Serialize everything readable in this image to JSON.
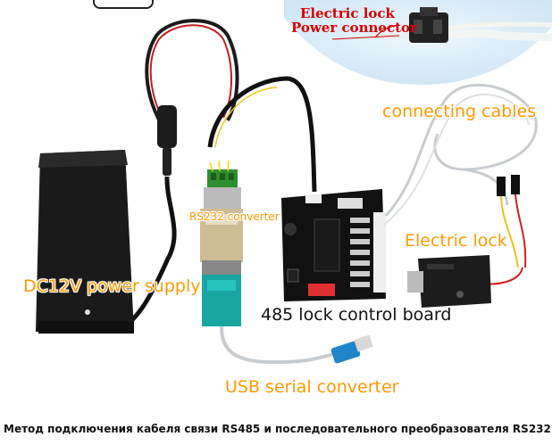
{
  "labels": {
    "electric_lock_power_connector_line1": "Electric lock",
    "electric_lock_power_connector_line2": "Power connector",
    "connecting_cables": "connecting cables",
    "rs232_converter": "RS232 converter",
    "electric_lock": "Electric lock",
    "dc12v_power_supply": "DC12V power supply",
    "lock_control_board": "485 lock control board",
    "usb_serial_converter": "USB serial converter"
  },
  "caption": "Метод подключения кабеля связи RS485 и последовательного преобразователя RS232:",
  "colors": {
    "label_orange": "#ff9900",
    "callout_red": "#d80000",
    "pcb_black": "#111111",
    "connector_teal": "#1aa6a0",
    "cable_grey": "#c8ccd0",
    "wire_red": "#d22020",
    "terminal_green": "#2f8f2f",
    "bubble_blue": "#d6ecf8"
  },
  "icons": [
    "power-adapter-icon",
    "rs232-converter-icon",
    "db9-connector-icon",
    "control-board-icon",
    "electric-lock-icon",
    "usb-plug-icon",
    "connector-plug-icon"
  ]
}
